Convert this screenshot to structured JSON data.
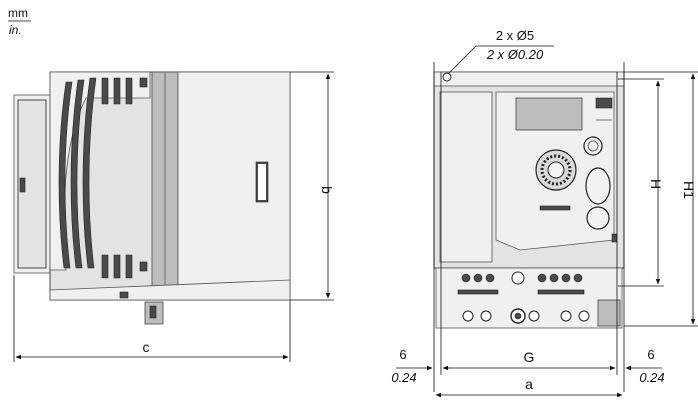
{
  "units": {
    "primary": "mm",
    "secondary": "in."
  },
  "side_view": {
    "width_label": "c",
    "height_label": "b"
  },
  "front_view": {
    "holes": {
      "primary": "2 x Ø5",
      "secondary": "2 x Ø0.20"
    },
    "dim_H": "H",
    "dim_H1": "H1",
    "dim_G": "G",
    "dim_a": "a",
    "left_margin": {
      "primary": "6",
      "secondary": "0.24"
    },
    "right_margin": {
      "primary": "6",
      "secondary": "0.24"
    }
  }
}
